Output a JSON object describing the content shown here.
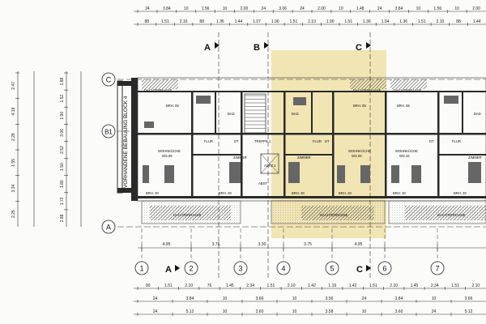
{
  "top_dims_row1": [
    "24",
    "3.84",
    "10",
    "1.56",
    "10",
    "2.00",
    "24",
    "3.06",
    "24",
    "2.00",
    "10",
    "1.48",
    "24",
    "3.84",
    "10",
    "1.56",
    "10",
    "2.00"
  ],
  "top_dims_row2": [
    "88",
    "1.51",
    "2.10",
    "88",
    "1.36",
    "1.44",
    "1.07",
    "1.90",
    "1.51",
    "2.10",
    "1.90",
    "1.51",
    "1.36",
    "1.54",
    "1.36",
    "1.51",
    "2.10",
    "88",
    "1.44"
  ],
  "bottom_dims_row1": [
    "90",
    "1.51",
    "2.10",
    "76",
    "1.45",
    "2.34",
    "1.51",
    "2.10",
    "1.42",
    "1.19",
    "1.42",
    "1.51",
    "2.10",
    "1.45",
    "2.34",
    "1.51",
    "2.10"
  ],
  "bottom_dims_row2": [
    "24",
    "3.84",
    "10",
    "3.66",
    "10",
    "3.56",
    "24",
    "3.84",
    "10",
    "3.66"
  ],
  "bottom_dims_row3": [
    "24",
    "5.12",
    "10",
    "3.60",
    "10",
    "3.58",
    "10",
    "3.60",
    "24",
    "5.12"
  ],
  "lower_dims": [
    "4.95",
    "3.75",
    "3.30",
    "3.75",
    "4.95"
  ],
  "left_dims_a": [
    "2.47",
    "4.18",
    "2.28",
    "1.55",
    "3.34",
    "2.25"
  ],
  "left_dims_b": [
    "1.88",
    "1.52",
    "1.90",
    "3.06",
    "2.52",
    "1.50",
    "1.80",
    "1.72",
    "2.88"
  ],
  "axes_vertical": [
    "1",
    "2",
    "3",
    "4",
    "5",
    "6",
    "7"
  ],
  "axes_horizontal": [
    "C",
    "B1",
    "A"
  ],
  "section_marks_top": [
    "A",
    "B",
    "C"
  ],
  "section_marks_bottom": [
    "A",
    "C"
  ],
  "side_label": "VORHANDENE BEBAUUNG BLOCK 4",
  "rooms": {
    "dachterrasse": "DACHTERRASSE",
    "wohnkueche": "WOHNKÜCHE",
    "flur": "FLUR",
    "bad": "BAD",
    "zimmer": "ZIMMER",
    "treppe": "TREPPE 1",
    "aufz": "AUFZ 1",
    "abst": "ABST",
    "dt": "DT"
  },
  "areas": {
    "wk_left": "WS.09",
    "wk_mid": "WS.09",
    "wk_right": "WS.18",
    "brh": "BRH. 30",
    "brh85": "BRH. 85"
  },
  "colors": {
    "highlight": "#efe0a8",
    "wall": "#2a2a2a",
    "hatch": "#555555"
  }
}
